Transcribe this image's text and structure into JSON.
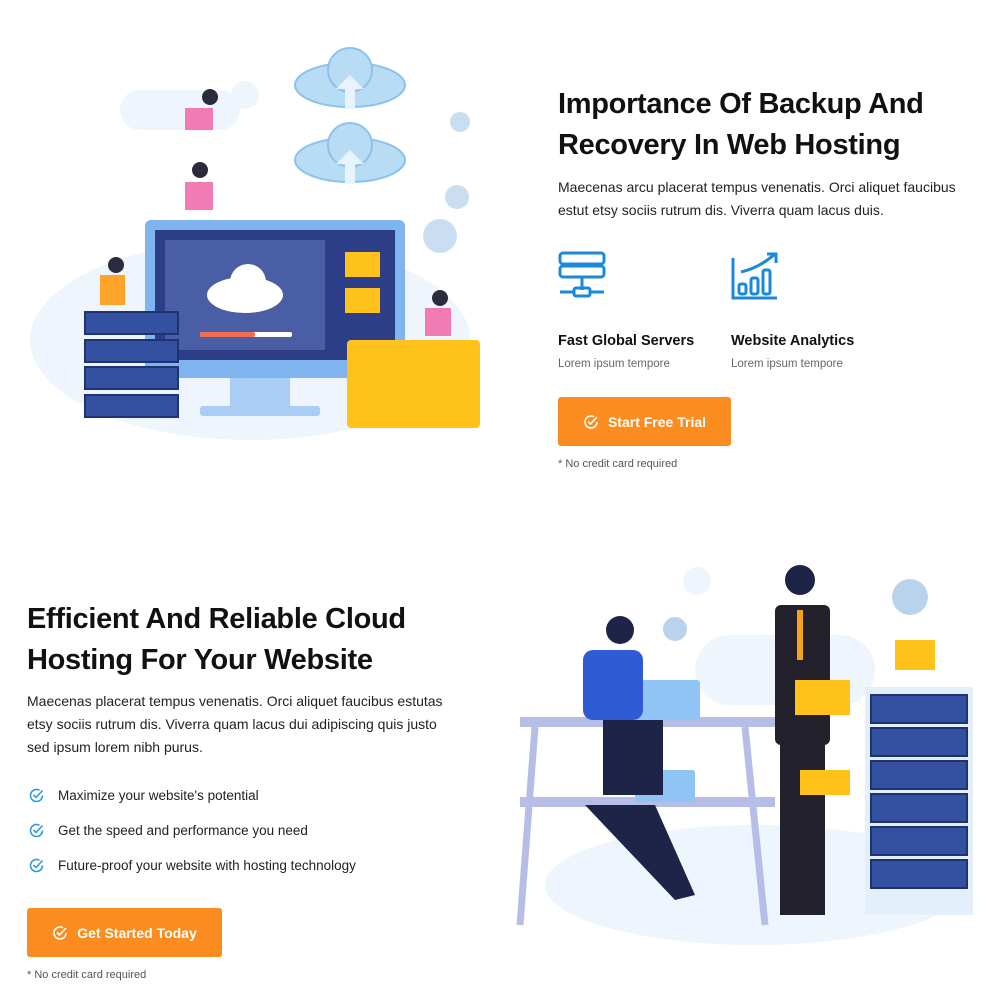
{
  "section1": {
    "title_line1": "Importance Of Backup And",
    "title_line2": "Recovery In Web Hosting",
    "paragraph": "Maecenas arcu placerat tempus venenatis. Orci aliquet faucibus estut etsy sociis rutrum dis. Viverra quam lacus duis.",
    "features": [
      {
        "icon": "server-network-icon",
        "title": "Fast Global Servers",
        "subtitle": "Lorem ipsum tempore"
      },
      {
        "icon": "analytics-chart-icon",
        "title": "Website Analytics",
        "subtitle": "Lorem ipsum tempore"
      }
    ],
    "button_label": "Start Free Trial",
    "note": "* No credit card required"
  },
  "section2": {
    "title_line1": "Efficient And Reliable Cloud",
    "title_line2": "Hosting For Your Website",
    "paragraph": "Maecenas placerat tempus venenatis. Orci aliquet faucibus estutas etsy sociis rutrum dis. Viverra quam lacus dui adipiscing quis justo sed ipsum lorem nibh purus.",
    "list": [
      "Maximize your website's potential",
      "Get the speed and performance you need",
      "Future-proof your website with hosting technology"
    ],
    "button_label": "Get Started Today",
    "note": "* No credit card required"
  },
  "colors": {
    "accent": "#fb8c1f",
    "icon_blue": "#1a8ad8",
    "check_blue": "#2b9be0"
  }
}
